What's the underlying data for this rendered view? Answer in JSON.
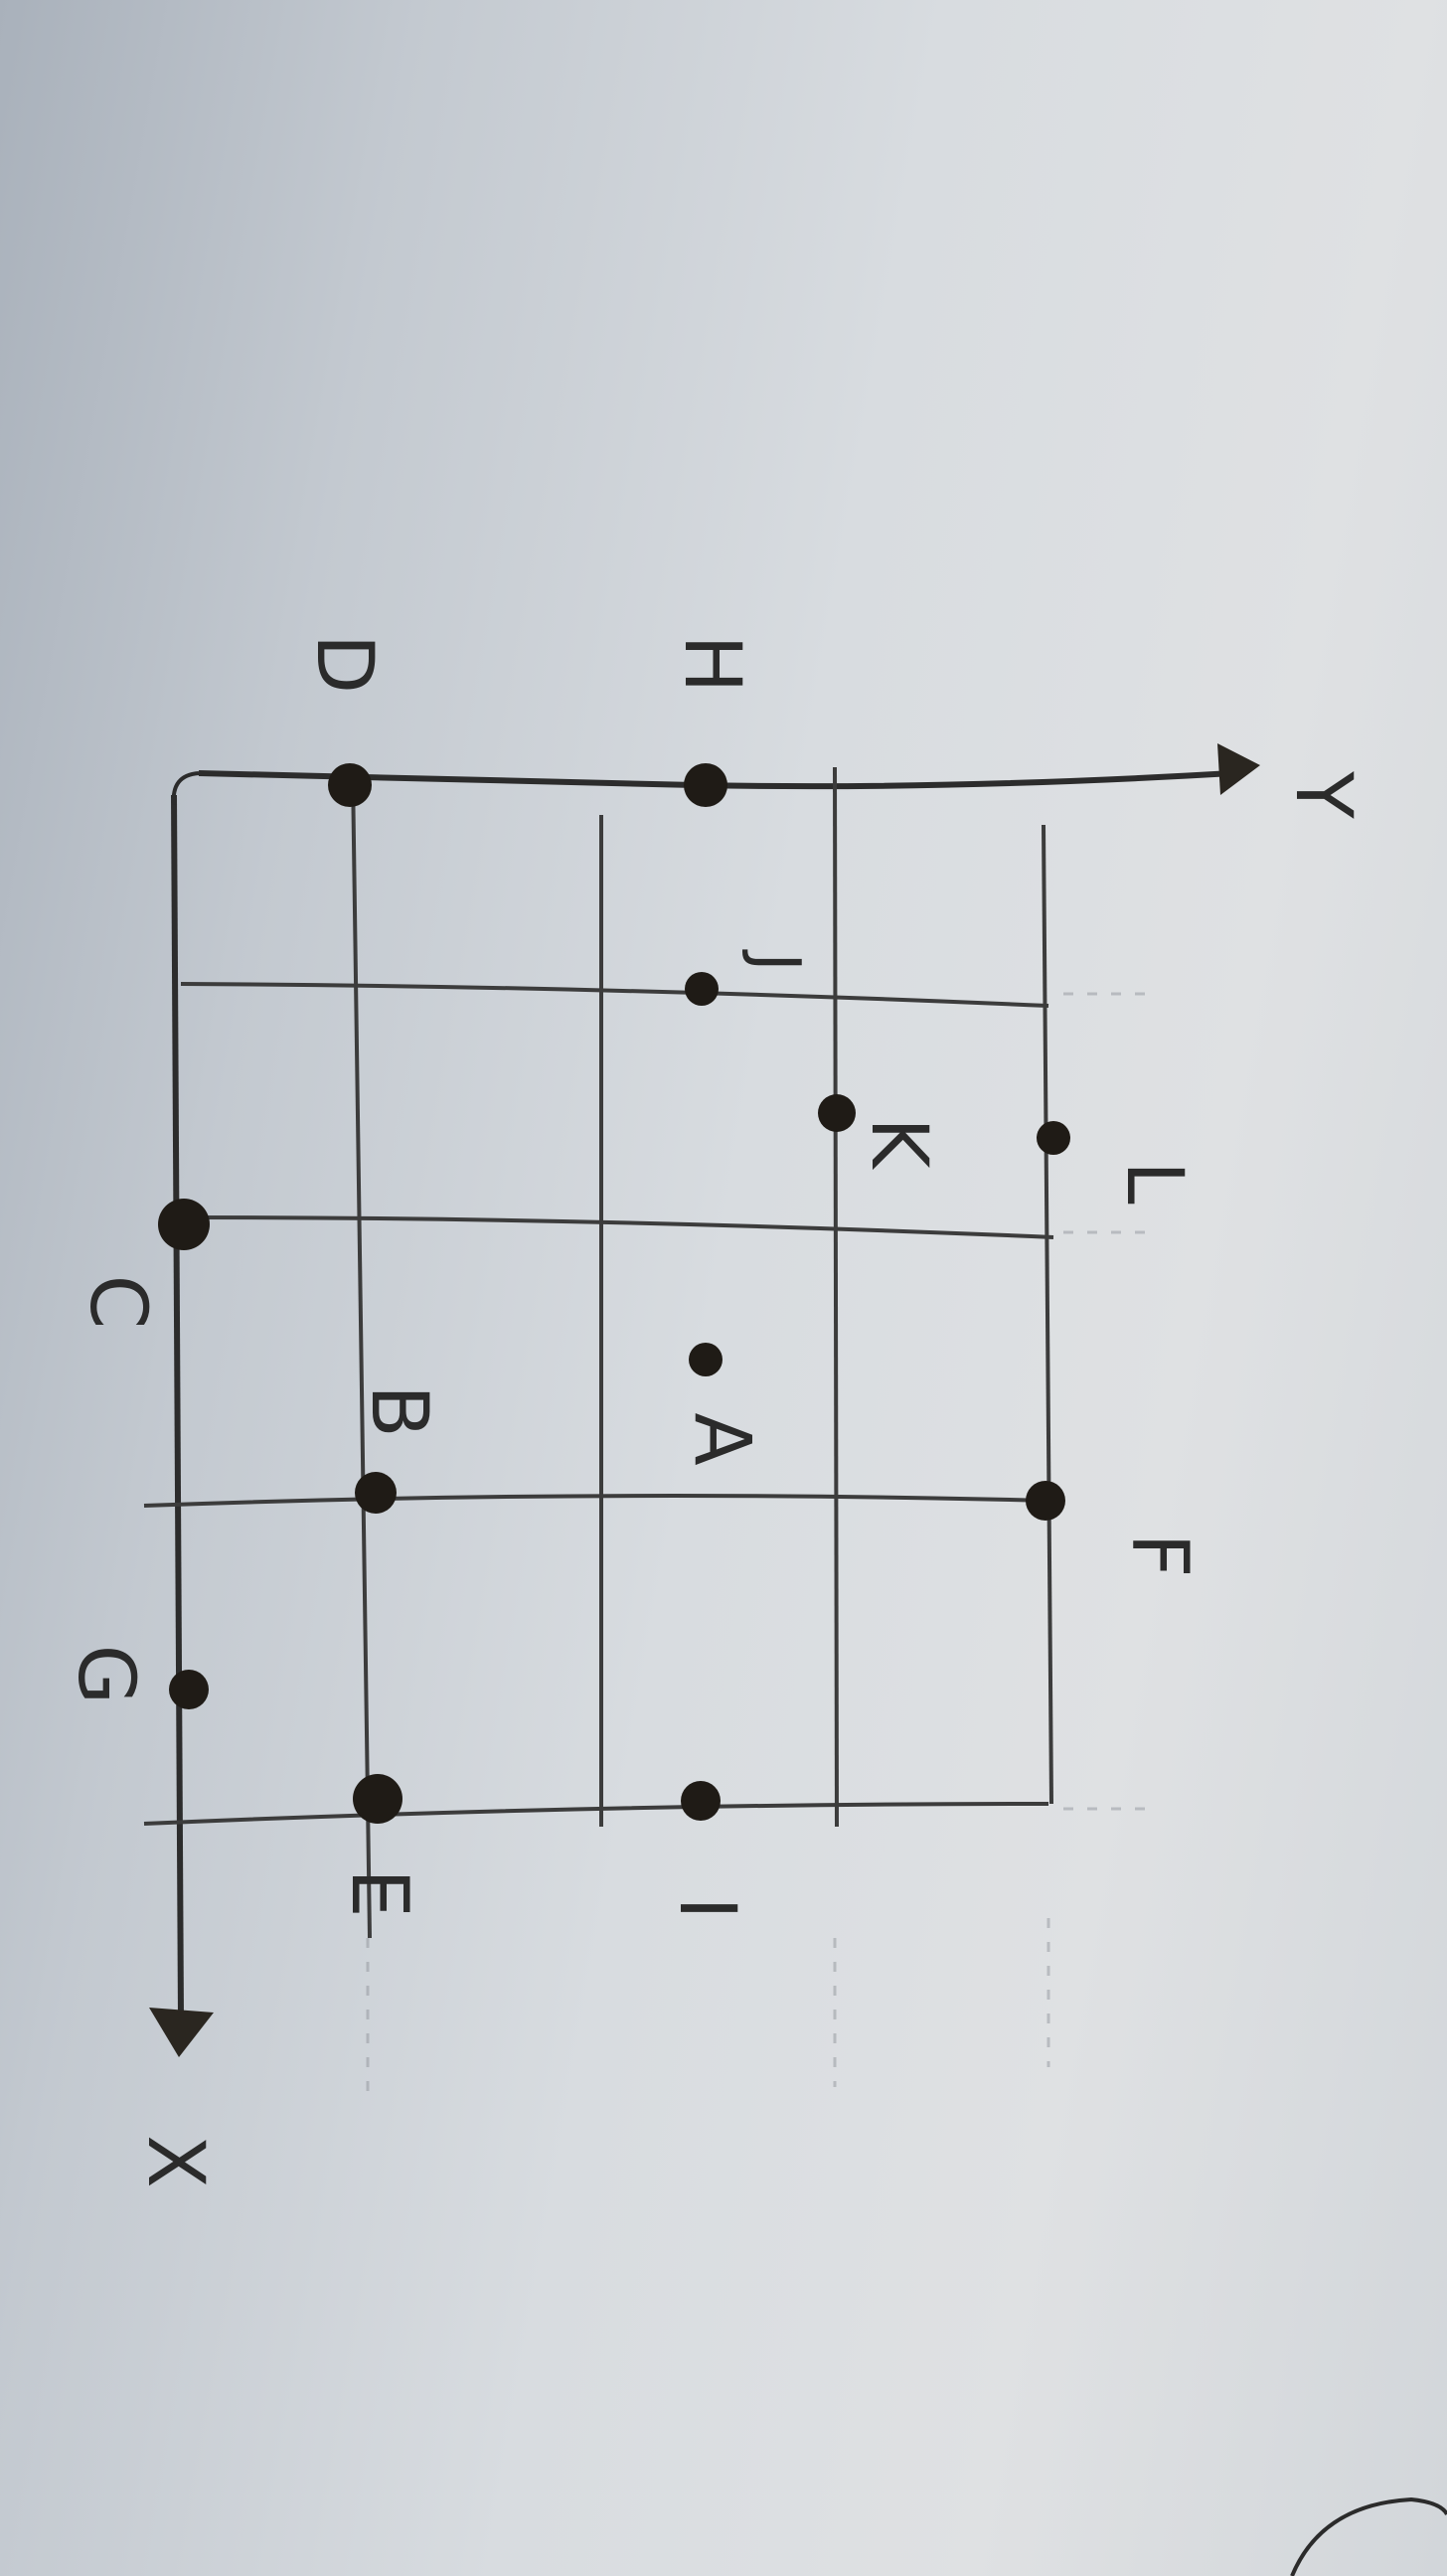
{
  "axes": {
    "x_label": "X",
    "y_label": "Y"
  },
  "points": {
    "A": "A",
    "B": "B",
    "C": "C",
    "D": "D",
    "E": "E",
    "F": "F",
    "G": "G",
    "H": "H",
    "I": "I",
    "J": "J",
    "K": "K",
    "L": "L"
  },
  "colors": {
    "ink": "#2b2b2b",
    "point": "#1f1b16",
    "paper": "#dfe1e3"
  }
}
